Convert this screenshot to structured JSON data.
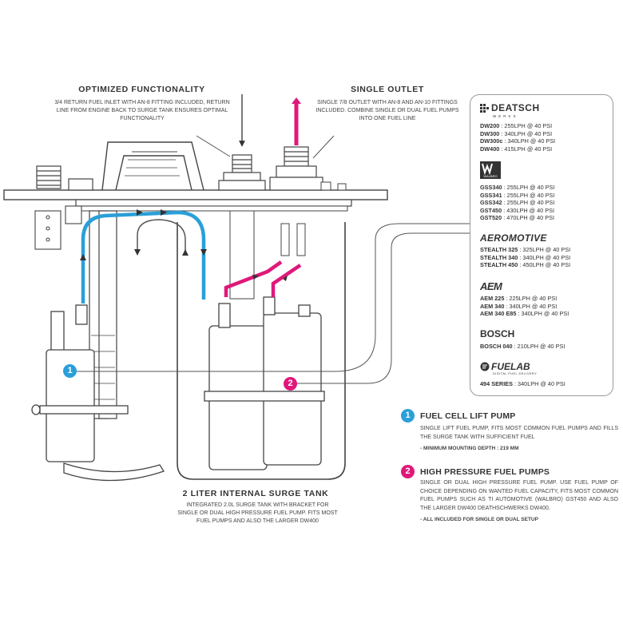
{
  "colors": {
    "blue": "#2a9fd8",
    "pink": "#e0187a",
    "outline": "#444444",
    "panel_border": "#9a9a9a"
  },
  "headers": {
    "optimized": {
      "title": "OPTIMIZED FUNCTIONALITY",
      "desc": "3/4 RETURN FUEL INLET WITH AN-8 FITTING INCLUDED, RETURN LINE FROM ENGINE BACK TO SURGE TANK ENSURES OPTIMAL FUNCTIONALITY"
    },
    "single_outlet": {
      "title": "SINGLE OUTLET",
      "desc": "SINGLE 7/8 OUTLET WITH AN-8 AND AN-10 FITTINGS INCLUDED. COMBINE SINGLE OR DUAL FUEL PUMPS INTO ONE FUEL LINE"
    },
    "surge_tank": {
      "title": "2 LITER INTERNAL SURGE TANK",
      "desc": "INTEGRATED 2.0L SURGE TANK WITH BRACKET FOR SINGLE OR DUAL HIGH PRESSURE FUEL PUMP. FITS MOST FUEL PUMPS AND ALSO THE LARGER DW400"
    }
  },
  "callouts": {
    "one": "1",
    "two": "2"
  },
  "brands": {
    "deatsch": {
      "logo": "DEATSCH",
      "logo_sub": "WERKS",
      "logo_icon": "deatschwerks-logo-icon",
      "specs": [
        {
          "model": "DW200",
          "rate": " : 255LPH @ 40 PSI"
        },
        {
          "model": "DW300",
          "rate": " : 340LPH @ 40 PSI"
        },
        {
          "model": "DW300c",
          "rate": " : 340LPH @ 40 PSI"
        },
        {
          "model": "DW400",
          "rate": " : 415LPH @ 40 PSI"
        }
      ]
    },
    "walbro": {
      "logo": "WALBRO",
      "logo_icon": "walbro-logo-icon",
      "specs": [
        {
          "model": "GSS340",
          "rate": " : 255LPH @ 40 PSI"
        },
        {
          "model": "GSS341",
          "rate": " : 255LPH @ 40 PSI"
        },
        {
          "model": "GSS342",
          "rate": " : 255LPH @ 40 PSI"
        },
        {
          "model": "GST450",
          "rate": " : 430LPH @ 40 PSI"
        },
        {
          "model": "GST520",
          "rate": " : 470LPH @ 40 PSI"
        }
      ]
    },
    "aeromotive": {
      "logo": "AEROMOTIVE",
      "specs": [
        {
          "model": "STEALTH 325",
          "rate": " : 325LPH @ 40 PSI"
        },
        {
          "model": "STEALTH 340",
          "rate": " : 340LPH @ 40 PSI"
        },
        {
          "model": "STEALTH 450",
          "rate": " : 450LPH @ 40 PSI"
        }
      ]
    },
    "aem": {
      "logo": "AEM",
      "specs": [
        {
          "model": "AEM 225",
          "rate": " : 225LPH @ 40 PSI"
        },
        {
          "model": "AEM 340",
          "rate": " : 340LPH @ 40 PSI"
        },
        {
          "model": "AEM 340 E85",
          "rate": " : 340LPH @ 40 PSI"
        }
      ]
    },
    "bosch": {
      "logo": "BOSCH",
      "specs": [
        {
          "model": "BOSCH 040",
          "rate": " : 210LPH @ 40 PSI"
        }
      ]
    },
    "fuelab": {
      "logo": "FUELAB",
      "logo_sub": "DIGITAL FUEL DELIVERY",
      "logo_icon": "fuelab-logo-icon",
      "specs": [
        {
          "model": "494 SERIES",
          "rate": " : 340LPH @ 40 PSI"
        }
      ]
    }
  },
  "legend": {
    "lift_pump": {
      "number": "1",
      "title": "FUEL CELL LIFT PUMP",
      "desc": "SINGLE LIFT FUEL PUMP, FITS MOST COMMON FUEL PUMPS AND FILLS THE SURGE TANK WITH SUFFICIENT FUEL",
      "note": "-  MINIMUM MOUNTING DEPTH : 219 MM"
    },
    "hp_pumps": {
      "number": "2",
      "title": "HIGH PRESSURE FUEL PUMPS",
      "desc": "SINGLE OR DUAL HIGH PRESSURE FUEL PUMP. USE FUEL PUMP OF CHOICE DEPENDING ON WANTED FUEL CAPACITY, FITS MOST COMMON FUEL PUMPS SUCH AS TI AUTOMOTIVE (WALBRO) GST450 AND ALSO THE LARGER DW400 DEATHSCHWERKS DW400.",
      "note": "-  ALL INCLUDED FOR SINGLE OR DUAL SETUP"
    }
  }
}
